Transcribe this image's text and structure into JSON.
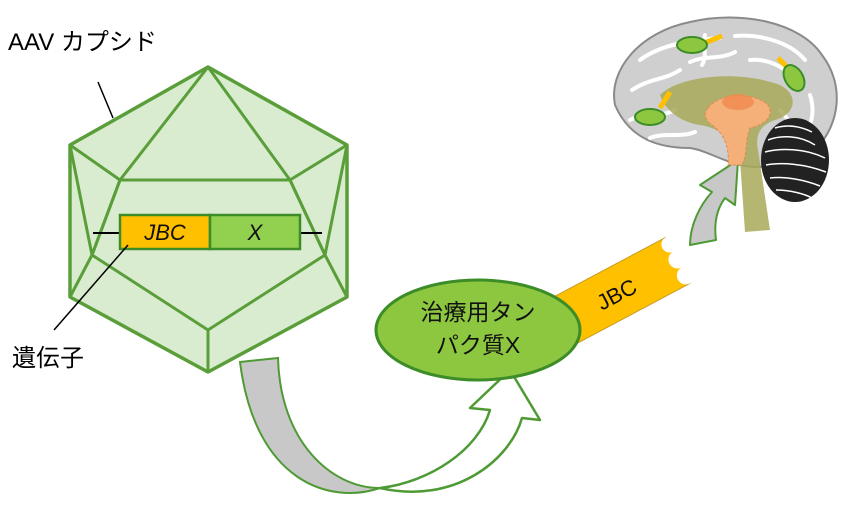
{
  "labels": {
    "capsid": "AAV カプシド",
    "gene": "遺伝子",
    "promoter": "JBC",
    "transgene": "X",
    "protein_line1": "治療用タン",
    "protein_line2": "パク質X",
    "carrier": "JBC"
  },
  "colors": {
    "capsid_fill": "#d9ecd0",
    "capsid_stroke": "#5a9e3a",
    "promoter_fill": "#ffc000",
    "transgene_fill": "#92d050",
    "protein_fill": "#8dc63f",
    "carrier_fill": "#ffc000",
    "arrow_gray": "#c8c8c8",
    "arrow_green": "#4e9a34",
    "brain_gray": "#c9c9c9",
    "brain_olive": "#a9a95a",
    "brain_orange": "#f5b07a",
    "cerebellum": "#222222"
  },
  "icons": {
    "capsid": "icosahedron-capsid-icon",
    "brain": "brain-sagittal-icon",
    "delivery_arrow": "curved-arrow-icon",
    "target_arrow": "up-arrow-icon"
  }
}
